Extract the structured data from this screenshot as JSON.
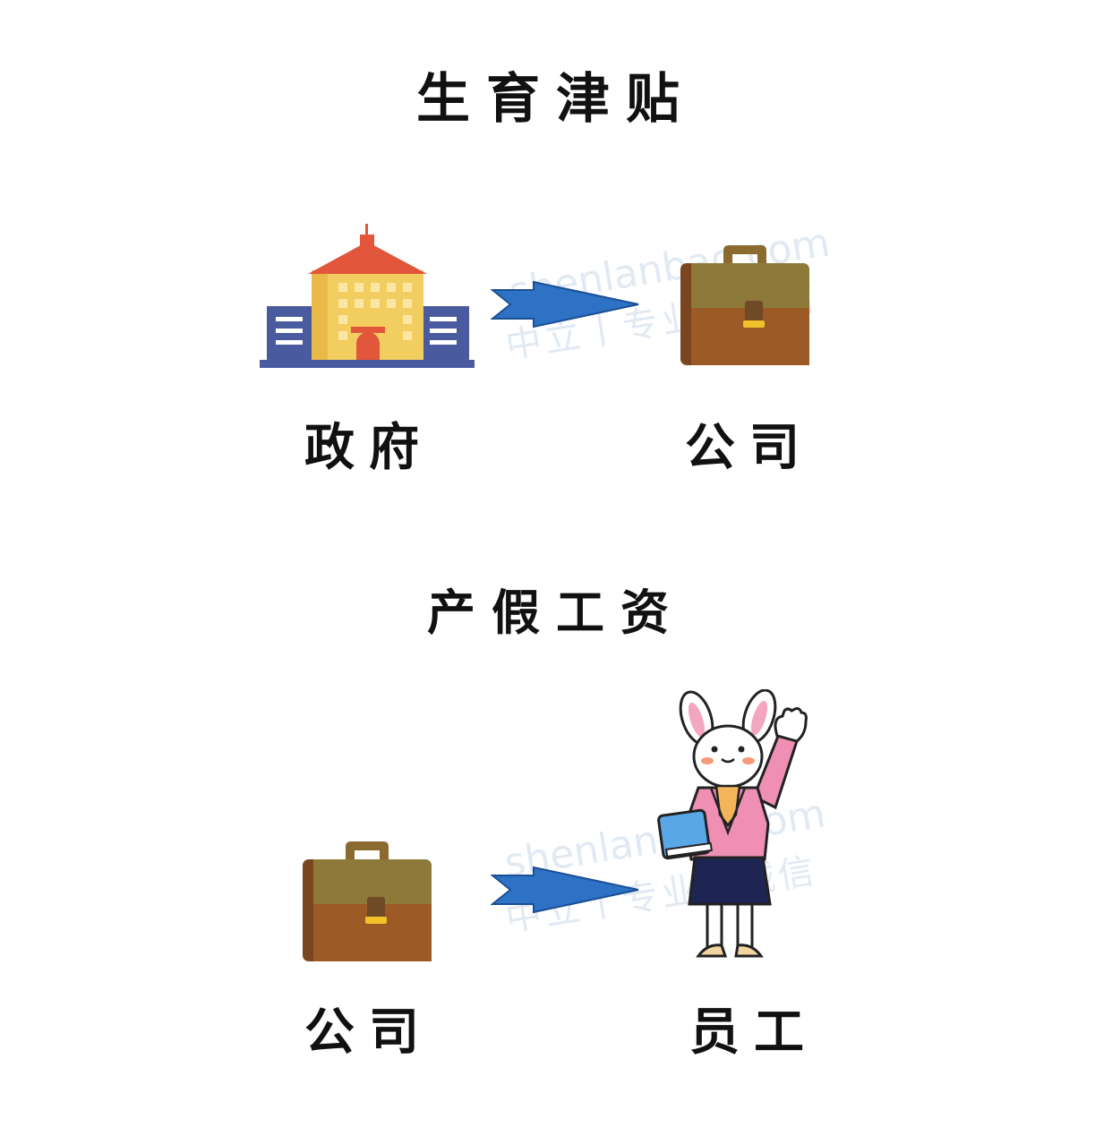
{
  "titles": {
    "section1": "生育津贴",
    "section2": "产假工资"
  },
  "flow1": {
    "from_label": "政府",
    "to_label": "公司"
  },
  "flow2": {
    "from_label": "公司",
    "to_label": "员工"
  },
  "watermark": {
    "url": "shenlanbao.com",
    "slogan": "中立丨专业丨诚信"
  },
  "colors": {
    "arrow": "#2d72c4",
    "briefcase": "#8b5a2b",
    "building_roof": "#e2573b",
    "building_center": "#f2cd5f",
    "building_wings": "#4a5a9e",
    "jacket": "#ef8fb3"
  },
  "icons": [
    "government-building-icon",
    "briefcase-icon",
    "arrow-right-icon",
    "rabbit-employee-icon"
  ]
}
